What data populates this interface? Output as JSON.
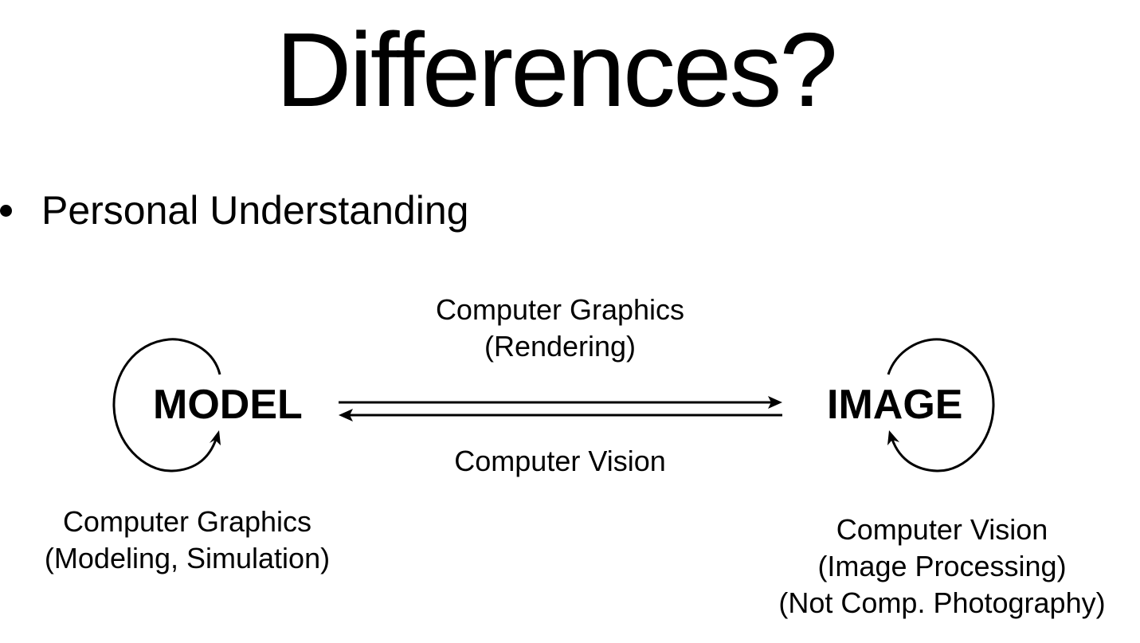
{
  "slide": {
    "title": "Differences?",
    "bullets": [
      "Personal Understanding"
    ]
  },
  "diagram": {
    "nodes": {
      "model": "MODEL",
      "image": "IMAGE"
    },
    "edges": {
      "forward": {
        "from": "MODEL",
        "to": "IMAGE",
        "label_line1": "Computer Graphics",
        "label_line2": "(Rendering)"
      },
      "backward": {
        "from": "IMAGE",
        "to": "MODEL",
        "label": "Computer Vision"
      }
    },
    "loops": {
      "model": {
        "line1": "Computer Graphics",
        "line2": "(Modeling, Simulation)"
      },
      "image": {
        "line1": "Computer Vision",
        "line2": "(Image Processing)",
        "line3": "(Not Comp. Photography)"
      }
    }
  }
}
